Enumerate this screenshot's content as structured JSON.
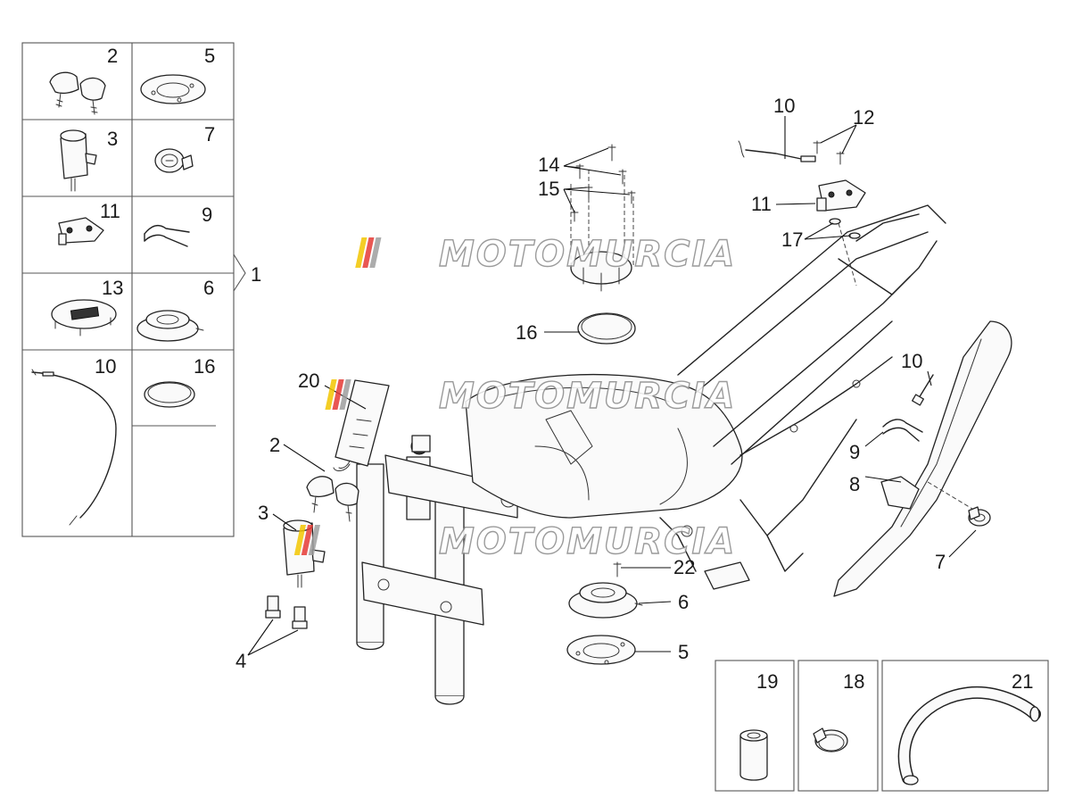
{
  "kit_box": {
    "cells": [
      {
        "label": "2",
        "part": "keys"
      },
      {
        "label": "5",
        "part": "flat-ring"
      },
      {
        "label": "3",
        "part": "ignition-lock"
      },
      {
        "label": "7",
        "part": "seat-lock"
      },
      {
        "label": "11",
        "part": "lock-bracket"
      },
      {
        "label": "9",
        "part": "spring-clip"
      },
      {
        "label": "13",
        "part": "fuel-cap-plate"
      },
      {
        "label": "6",
        "part": "fuel-cap-flange"
      },
      {
        "label": "10",
        "part": "release-cable"
      },
      {
        "label": "16",
        "part": "o-ring-gasket"
      }
    ],
    "kit_label": "1"
  },
  "callouts": {
    "c10_top": "10",
    "c12": "12",
    "c14": "14",
    "c15": "15",
    "c11": "11",
    "c17": "17",
    "c16": "16",
    "c10_right": "10",
    "c9": "9",
    "c8": "8",
    "c7": "7",
    "c20": "20",
    "c2": "2",
    "c3": "3",
    "c22": "22",
    "c6": "6",
    "c5": "5",
    "c4": "4"
  },
  "extra_boxes": [
    {
      "label": "19",
      "part": "sleeve-tube"
    },
    {
      "label": "18",
      "part": "hose-clamp"
    },
    {
      "label": "21",
      "part": "hose"
    }
  ],
  "watermark": {
    "text": "MOTOMURCIA",
    "colors": [
      "#f2c500",
      "#e53935",
      "#9e9e9e"
    ]
  }
}
